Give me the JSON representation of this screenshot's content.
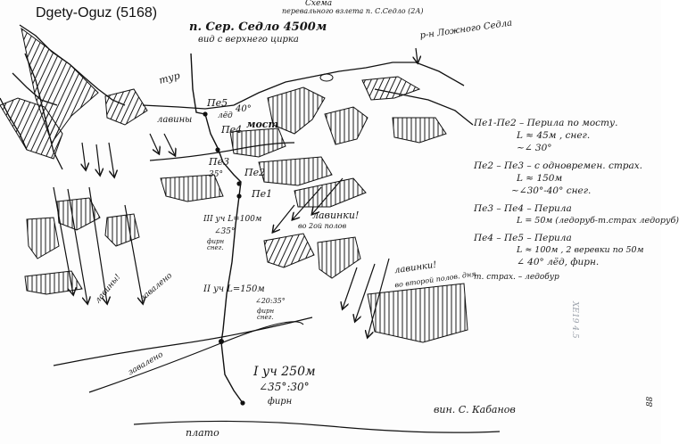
{
  "page": {
    "title": "Dgety-Oguz (5168)"
  },
  "sketch": {
    "header_line1": "Схема",
    "header_line2": "перевального взлета п. С.Седло (2А)",
    "pass_name": "п. Сер. Седло 4500м",
    "pass_subtitle": "вид с верхнего цирка",
    "glacier_label": "р-н Ложного Седла",
    "tur_label": "тур",
    "pe5": "Пе5",
    "pe4": "Пе4",
    "pe3": "Пе3",
    "pe2": "Пе2",
    "pe1": "Пе1",
    "led_40": "лёд",
    "angle_40": "40°",
    "bridge_label": "мост",
    "avalanche_left": "лавины",
    "avalanche_mid": "лавинки!",
    "avalanche_mid_sub": "во 2ой полов",
    "avalanche_right": "лавинки!",
    "avalanche_right_sub": "во второй полов. дня",
    "avalanche_far_left": "лавины!",
    "angle_35": "35°",
    "sec3_len": "III уч L=100м",
    "sec3_ang": "∠35°",
    "sec3_snow": "фирн снег.",
    "sec2_len": "II уч L=150м",
    "sec2_ang": "∠20:35°",
    "sec2_snow": "фирн снег.",
    "sec1_len": "I уч 250м",
    "sec1_ang": "∠35°:30°",
    "sec1_snow": "фирн",
    "zaval_1": "завалено",
    "zaval_2": "завалено",
    "plateau": "плато",
    "author": "вин. С. Кабанов",
    "stamp": "ХЕ19 4.5",
    "page_num": "88"
  },
  "legend": [
    "Пе1-Пе2 – Перила по мосту.",
    "L ≈ 45м , снег.",
    "~∠ 30°",
    "Пе2 – Пе3 – с одновремен. страх.",
    "L ≈ 150м",
    "~∠30°-40° снег.",
    "Пе3 – Пе4 – Перила",
    "L = 50м (ледоруб-т.страх ледоруб)",
    "Пе4 – Пе5 – Перила",
    "L ≈ 100м , 2 веревки по 50м",
    "∠ 40° лёд, фирн.",
    "т. страх. – ледобур"
  ]
}
